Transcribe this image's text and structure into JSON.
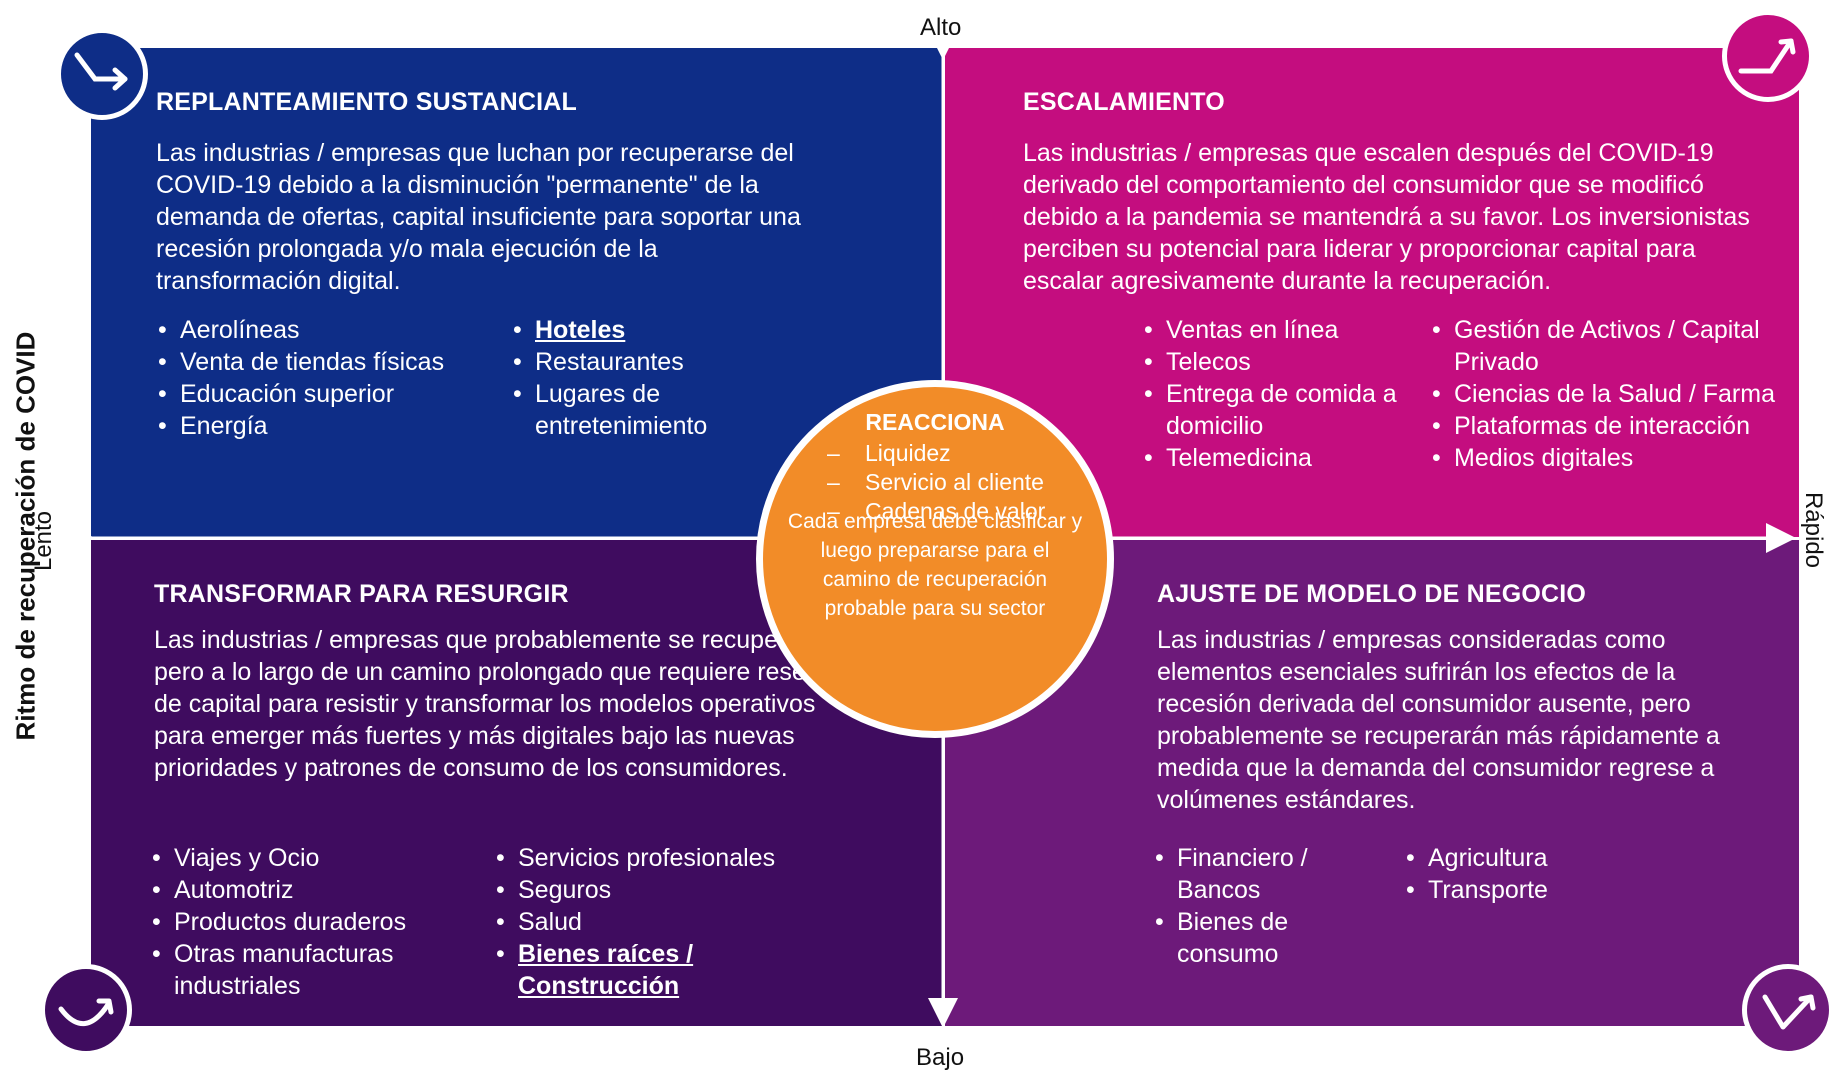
{
  "axis": {
    "top": "Alto",
    "bottom": "Bajo",
    "left": "Lento",
    "right": "Rápido",
    "vertical_title": "Ritmo de recuperación de COVID"
  },
  "quadrants": {
    "top_left": {
      "title": "REPLANTEAMIENTO SUSTANCIAL",
      "description": "Las industrias / empresas que luchan por recuperarse del COVID-19 debido a la disminución \"permanente\" de la demanda de ofertas, capital insuficiente para soportar una recesión prolongada y/o mala ejecución de la transformación digital.",
      "list_left": [
        "Aerolíneas",
        "Venta de tiendas físicas",
        "Educación superior",
        "Energía"
      ],
      "list_right": [
        "Hoteles",
        "Restaurantes",
        "Lugares de entretenimiento"
      ],
      "color": "#0e2d87",
      "icon": "down-right-arrow-icon"
    },
    "top_right": {
      "title": "ESCALAMIENTO",
      "description": "Las industrias / empresas que escalen después del COVID-19 derivado del comportamiento del consumidor que se modificó debido a la pandemia se mantendrá a su favor. Los inversionistas perciben su potencial para liderar y proporcionar capital para escalar agresivamente durante la recuperación.",
      "list_left": [
        "Ventas en línea",
        "Telecos",
        "Entrega de comida a domicilio",
        "Telemedicina"
      ],
      "list_right": [
        "Gestión de Activos / Capital Privado",
        "Ciencias de la Salud / Farma",
        "Plataformas de interacción",
        "Medios digitales"
      ],
      "color": "#c40d7f",
      "icon": "up-right-arrow-icon"
    },
    "bottom_left": {
      "title": "TRANSFORMAR PARA RESURGIR",
      "description": "Las industrias / empresas que probablemente se recuperarán pero a lo largo de un camino prolongado que requiere reservas de capital para resistir y transformar los modelos operativos para emerger más fuertes y más digitales bajo las nuevas prioridades y patrones de consumo de los consumidores.",
      "list_left": [
        "Viajes y Ocio",
        "Automotriz",
        "Productos duraderos",
        "Otras manufacturas industriales"
      ],
      "list_right": [
        "Servicios profesionales",
        "Seguros",
        "Salud",
        "Bienes raíces / Construcción"
      ],
      "color": "#3f0c5f",
      "icon": "u-curve-arrow-icon"
    },
    "bottom_right": {
      "title": "AJUSTE DE MODELO DE NEGOCIO",
      "description": "Las industrias / empresas consideradas como elementos esenciales sufrirán los efectos de la recesión derivada del consumidor ausente, pero probablemente se recuperarán más rápidamente a medida que la demanda del consumidor regrese a volúmenes estándares.",
      "list_left": [
        "Financiero / Bancos",
        "Bienes de consumo"
      ],
      "list_right": [
        "Agricultura",
        "Transporte"
      ],
      "color": "#6d1a7a",
      "icon": "v-check-arrow-icon"
    }
  },
  "center": {
    "title": "REACCIONA",
    "items": [
      "Liquidez",
      "Servicio al cliente",
      "Cadenas de valor"
    ],
    "body": "Cada empresa debe clasificar y luego prepararse para el camino de recuperación probable para su sector",
    "color": "#f28c28"
  }
}
